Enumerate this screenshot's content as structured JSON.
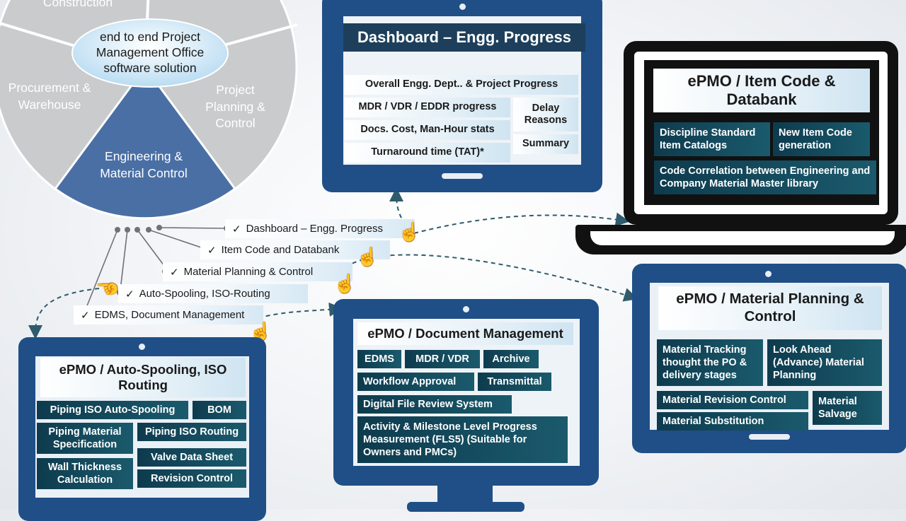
{
  "wheel": {
    "center_text": "end to end Project Management Office software solution",
    "segments": {
      "top": "Construction",
      "left": "Procurement & Warehouse",
      "right": "Project Planning & Control",
      "bottom": "Engineering & Material Control"
    }
  },
  "menu": {
    "items": [
      {
        "label": "Dashboard – Engg. Progress"
      },
      {
        "label": "Item Code and Databank"
      },
      {
        "label": "Material Planning & Control"
      },
      {
        "label": "Auto-Spooling, ISO-Routing"
      },
      {
        "label": "EDMS, Document Management"
      }
    ],
    "check": "✓"
  },
  "dashboard": {
    "title": "Dashboard – Engg. Progress",
    "rows": [
      "Overall Engg. Dept.. & Project Progress",
      "MDR / VDR / EDDR progress",
      "Docs. Cost, Man-Hour stats",
      "Turnaround time (TAT)*"
    ],
    "side": [
      "Delay Reasons",
      "Summary"
    ]
  },
  "item_code": {
    "title": "ePMO / Item Code & Databank",
    "tiles": [
      "Discipline Standard Item Catalogs",
      "New Item Code generation",
      "Code Correlation between Engineering and Company Material Master library"
    ]
  },
  "material_planning": {
    "title": "ePMO / Material Planning & Control",
    "tiles": [
      "Material Tracking thought the PO & delivery stages",
      "Look Ahead (Advance) Material Planning",
      "Material Revision Control",
      "Material Substitution",
      "Material Salvage"
    ]
  },
  "document_mgmt": {
    "title": "ePMO / Document Management",
    "tiles": [
      "EDMS",
      "MDR / VDR",
      "Archive",
      "Workflow Approval",
      "Transmittal",
      "Digital File Review System",
      "Activity & Milestone Level Progress Measurement (FLS5) (Suitable for Owners and PMCs)"
    ]
  },
  "auto_spooling": {
    "title": "ePMO / Auto-Spooling, ISO Routing",
    "tiles": [
      "Piping ISO Auto-Spooling",
      "BOM",
      "Piping Material Specification",
      "Piping ISO Routing",
      "Valve Data Sheet",
      "Wall Thickness Calculation",
      "Revision Control"
    ]
  },
  "colors": {
    "device_blue": "#1f4f86",
    "wheel_grey": "#c9cbcd",
    "wheel_highlight": "#4a6fa5",
    "tile_teal": "#0e3b4e",
    "center_oval": "#cfe7f6"
  }
}
